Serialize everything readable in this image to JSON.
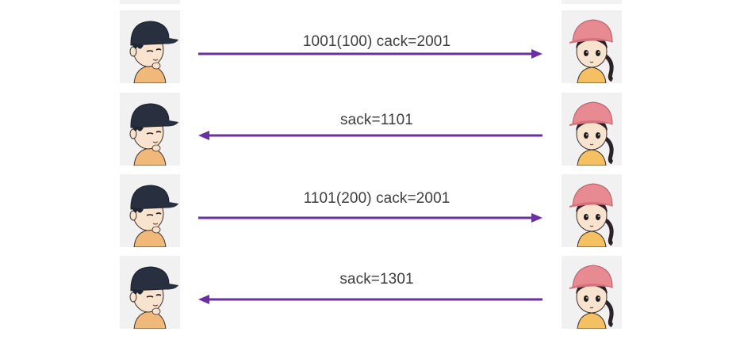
{
  "colors": {
    "arrow": "#6a2fa0",
    "label_text": "#3d3d3d",
    "avatar_bg": "#f1f1f1",
    "boy_cap": "#28303f",
    "girl_cap": "#e78a92",
    "skin": "#f8e3cf"
  },
  "participants": {
    "left": {
      "icon": "boy-cap-icon"
    },
    "right": {
      "icon": "girl-cap-icon"
    }
  },
  "messages": [
    {
      "label": "1001(100) cack=2001",
      "direction": "left-to-right"
    },
    {
      "label": "sack=1101",
      "direction": "right-to-left"
    },
    {
      "label": "1101(200) cack=2001",
      "direction": "left-to-right"
    },
    {
      "label": "sack=1301",
      "direction": "right-to-left"
    }
  ]
}
